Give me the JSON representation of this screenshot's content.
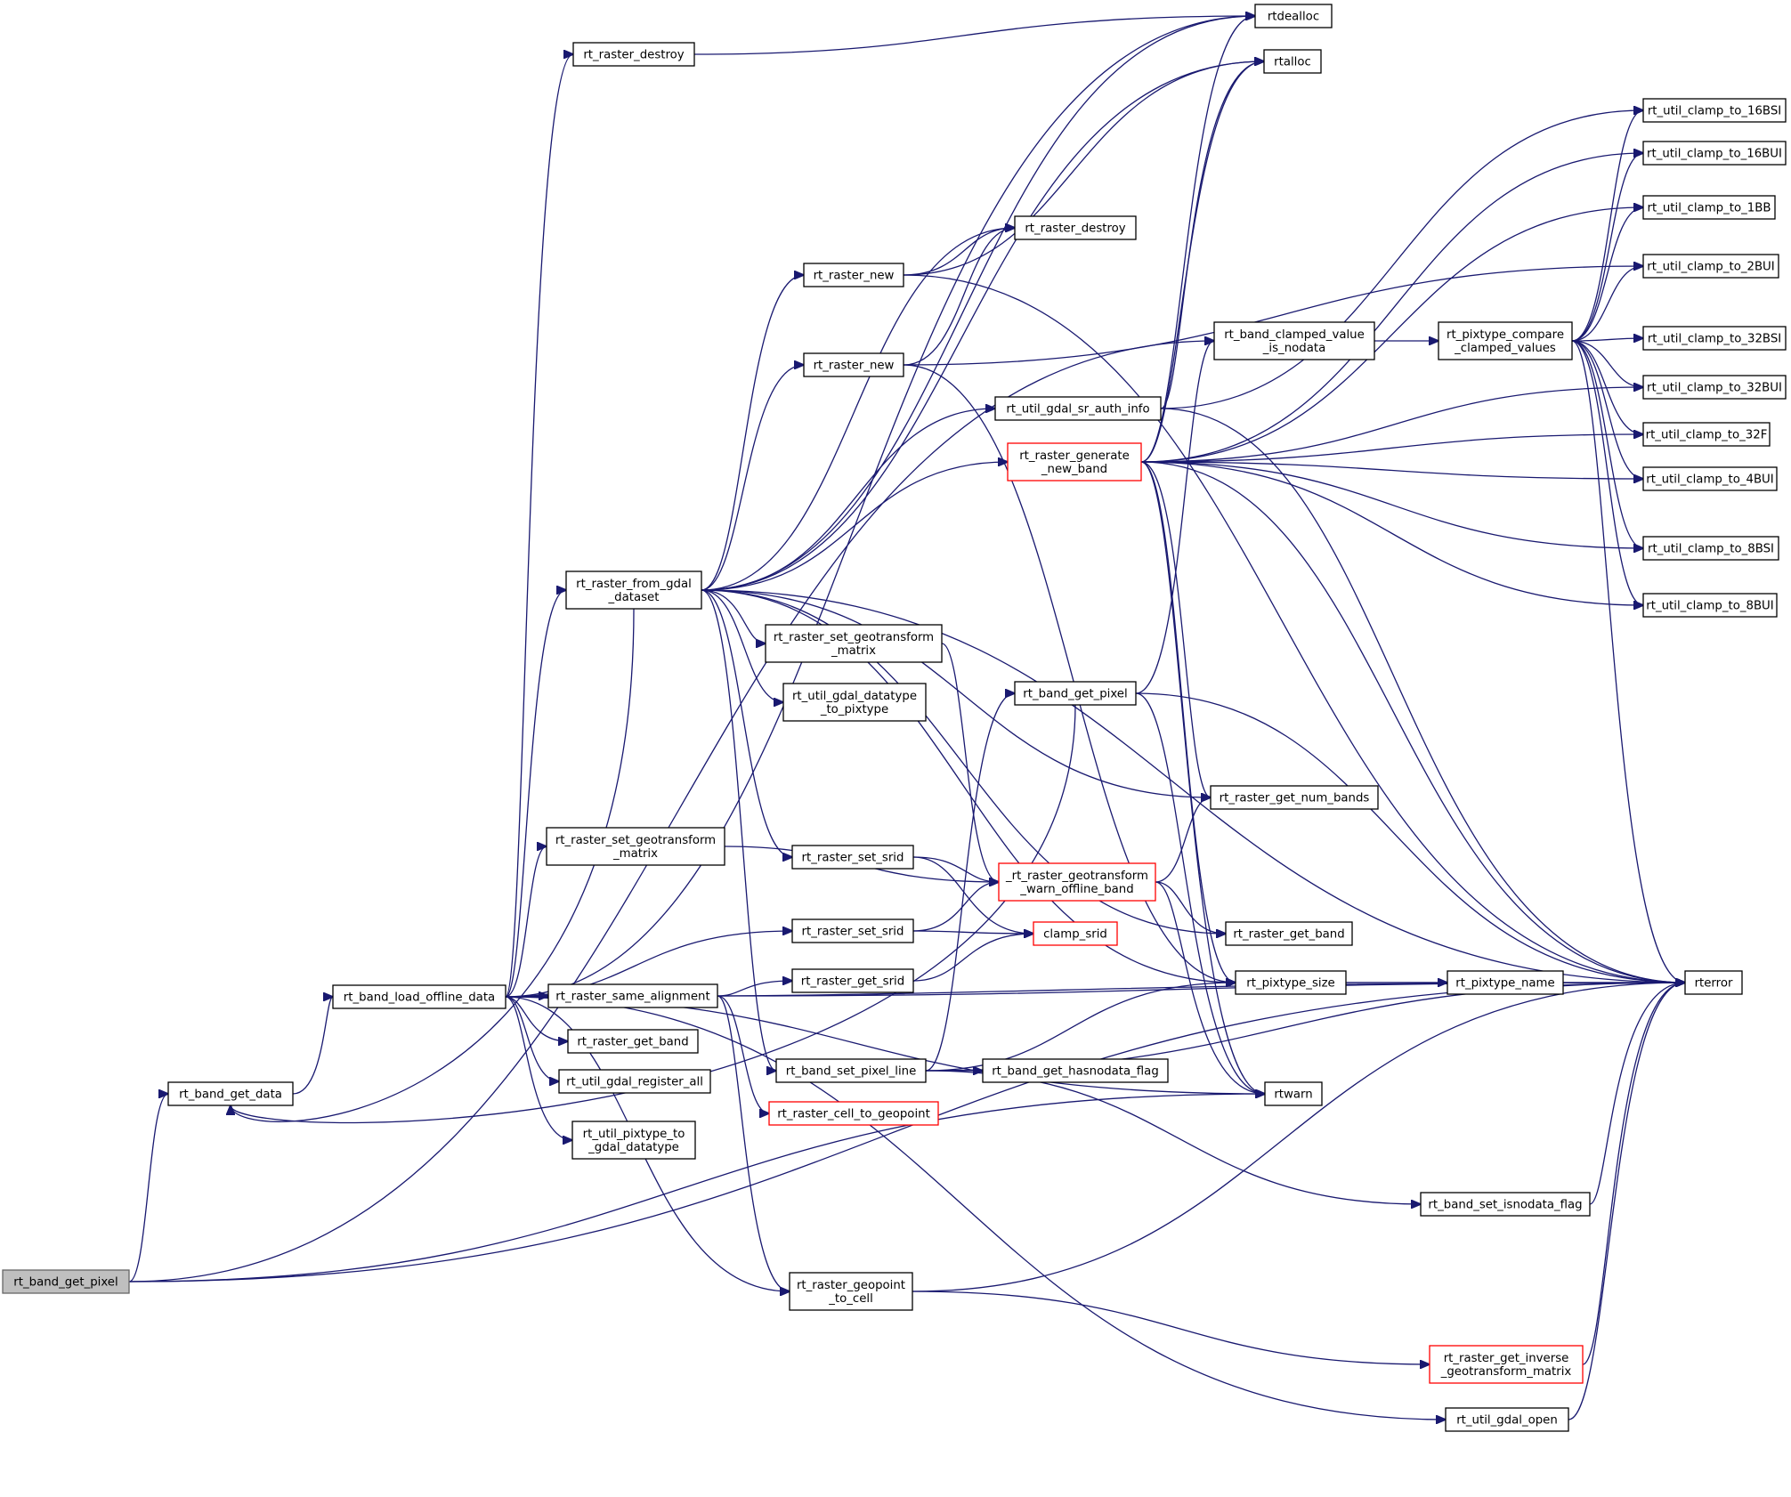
{
  "nodes": [
    {
      "id": "n0",
      "name": "node-rt-band-get-pixel-root",
      "lines": [
        "rt_band_get_pixel"
      ],
      "style": "root",
      "interactable": false
    },
    {
      "id": "n1",
      "name": "node-rt-band-get-data",
      "lines": [
        "rt_band_get_data"
      ],
      "style": "normal",
      "interactable": true
    },
    {
      "id": "n2",
      "name": "node-rt-band-load-offline-data",
      "lines": [
        "rt_band_load_offline_data"
      ],
      "style": "normal",
      "interactable": true
    },
    {
      "id": "n3",
      "name": "node-rt-raster-destroy-a",
      "lines": [
        "rt_raster_destroy"
      ],
      "style": "normal",
      "interactable": true
    },
    {
      "id": "n4",
      "name": "node-rtdealloc",
      "lines": [
        "rtdealloc"
      ],
      "style": "normal",
      "interactable": true
    },
    {
      "id": "n5",
      "name": "node-rtalloc",
      "lines": [
        "rtalloc"
      ],
      "style": "normal",
      "interactable": true
    },
    {
      "id": "n6",
      "name": "node-rt-raster-destroy-b",
      "lines": [
        "rt_raster_destroy"
      ],
      "style": "normal",
      "interactable": true
    },
    {
      "id": "n7",
      "name": "node-rt-raster-new-a",
      "lines": [
        "rt_raster_new"
      ],
      "style": "normal",
      "interactable": true
    },
    {
      "id": "n8",
      "name": "node-rt-raster-new-b",
      "lines": [
        "rt_raster_new"
      ],
      "style": "normal",
      "interactable": true
    },
    {
      "id": "n9",
      "name": "node-rt-util-gdal-sr-auth-info",
      "lines": [
        "rt_util_gdal_sr_auth_info"
      ],
      "style": "normal",
      "interactable": true
    },
    {
      "id": "n10",
      "name": "node-rt-raster-generate-new-band",
      "lines": [
        "rt_raster_generate",
        "_new_band"
      ],
      "style": "trunc",
      "interactable": true
    },
    {
      "id": "n11",
      "name": "node-rt-raster-from-gdal-dataset",
      "lines": [
        "rt_raster_from_gdal",
        "_dataset"
      ],
      "style": "normal",
      "interactable": true
    },
    {
      "id": "n12",
      "name": "node-rt-raster-set-geotransform-matrix-a",
      "lines": [
        "rt_raster_set_geotransform",
        "_matrix"
      ],
      "style": "normal",
      "interactable": true
    },
    {
      "id": "n13",
      "name": "node-rt-util-gdal-datatype-to-pixtype",
      "lines": [
        "rt_util_gdal_datatype",
        "_to_pixtype"
      ],
      "style": "normal",
      "interactable": true
    },
    {
      "id": "n14",
      "name": "node-rt-band-get-pixel",
      "lines": [
        "rt_band_get_pixel"
      ],
      "style": "normal",
      "interactable": true
    },
    {
      "id": "n15",
      "name": "node-rt-band-clamped-value-is-nodata",
      "lines": [
        "rt_band_clamped_value",
        "_is_nodata"
      ],
      "style": "normal",
      "interactable": true
    },
    {
      "id": "n16",
      "name": "node-rt-pixtype-compare-clamped-values",
      "lines": [
        "rt_pixtype_compare",
        "_clamped_values"
      ],
      "style": "normal",
      "interactable": true
    },
    {
      "id": "n17",
      "name": "node-rt-util-clamp-to-16bsi",
      "lines": [
        "rt_util_clamp_to_16BSI"
      ],
      "style": "normal",
      "interactable": true
    },
    {
      "id": "n18",
      "name": "node-rt-util-clamp-to-16bui",
      "lines": [
        "rt_util_clamp_to_16BUI"
      ],
      "style": "normal",
      "interactable": true
    },
    {
      "id": "n19",
      "name": "node-rt-util-clamp-to-1bb",
      "lines": [
        "rt_util_clamp_to_1BB"
      ],
      "style": "normal",
      "interactable": true
    },
    {
      "id": "n20",
      "name": "node-rt-util-clamp-to-2bui",
      "lines": [
        "rt_util_clamp_to_2BUI"
      ],
      "style": "normal",
      "interactable": true
    },
    {
      "id": "n21",
      "name": "node-rt-util-clamp-to-32bsi",
      "lines": [
        "rt_util_clamp_to_32BSI"
      ],
      "style": "normal",
      "interactable": true
    },
    {
      "id": "n22",
      "name": "node-rt-util-clamp-to-32bui",
      "lines": [
        "rt_util_clamp_to_32BUI"
      ],
      "style": "normal",
      "interactable": true
    },
    {
      "id": "n23",
      "name": "node-rt-util-clamp-to-32f",
      "lines": [
        "rt_util_clamp_to_32F"
      ],
      "style": "normal",
      "interactable": true
    },
    {
      "id": "n24",
      "name": "node-rt-util-clamp-to-4bui",
      "lines": [
        "rt_util_clamp_to_4BUI"
      ],
      "style": "normal",
      "interactable": true
    },
    {
      "id": "n25",
      "name": "node-rt-util-clamp-to-8bsi",
      "lines": [
        "rt_util_clamp_to_8BSI"
      ],
      "style": "normal",
      "interactable": true
    },
    {
      "id": "n26",
      "name": "node-rt-util-clamp-to-8bui",
      "lines": [
        "rt_util_clamp_to_8BUI"
      ],
      "style": "normal",
      "interactable": true
    },
    {
      "id": "n27",
      "name": "node-rt-raster-get-num-bands",
      "lines": [
        "rt_raster_get_num_bands"
      ],
      "style": "normal",
      "interactable": true
    },
    {
      "id": "n28",
      "name": "node-rt-raster-set-geotransform-matrix-b",
      "lines": [
        "rt_raster_set_geotransform",
        "_matrix"
      ],
      "style": "normal",
      "interactable": true
    },
    {
      "id": "n29",
      "name": "node-rt-raster-set-srid-a",
      "lines": [
        "rt_raster_set_srid"
      ],
      "style": "normal",
      "interactable": true
    },
    {
      "id": "n30",
      "name": "node-rt-raster-geotransform-warn-offline-band",
      "lines": [
        "_rt_raster_geotransform",
        "_warn_offline_band"
      ],
      "style": "trunc",
      "interactable": true
    },
    {
      "id": "n31",
      "name": "node-rt-raster-set-srid-b",
      "lines": [
        "rt_raster_set_srid"
      ],
      "style": "normal",
      "interactable": true
    },
    {
      "id": "n32",
      "name": "node-clamp-srid",
      "lines": [
        "clamp_srid"
      ],
      "style": "trunc",
      "interactable": true
    },
    {
      "id": "n33",
      "name": "node-rt-raster-get-band-a",
      "lines": [
        "rt_raster_get_band"
      ],
      "style": "normal",
      "interactable": true
    },
    {
      "id": "n34",
      "name": "node-rt-raster-get-srid",
      "lines": [
        "rt_raster_get_srid"
      ],
      "style": "normal",
      "interactable": true
    },
    {
      "id": "n35",
      "name": "node-rt-pixtype-size",
      "lines": [
        "rt_pixtype_size"
      ],
      "style": "normal",
      "interactable": true
    },
    {
      "id": "n36",
      "name": "node-rt-pixtype-name",
      "lines": [
        "rt_pixtype_name"
      ],
      "style": "normal",
      "interactable": true
    },
    {
      "id": "n37",
      "name": "node-rterror",
      "lines": [
        "rterror"
      ],
      "style": "normal",
      "interactable": true
    },
    {
      "id": "n38",
      "name": "node-rt-raster-same-alignment",
      "lines": [
        "rt_raster_same_alignment"
      ],
      "style": "normal",
      "interactable": true
    },
    {
      "id": "n39",
      "name": "node-rt-raster-get-band-b",
      "lines": [
        "rt_raster_get_band"
      ],
      "style": "normal",
      "interactable": true
    },
    {
      "id": "n40",
      "name": "node-rt-band-set-pixel-line",
      "lines": [
        "rt_band_set_pixel_line"
      ],
      "style": "normal",
      "interactable": true
    },
    {
      "id": "n41",
      "name": "node-rt-band-get-hasnodata-flag",
      "lines": [
        "rt_band_get_hasnodata_flag"
      ],
      "style": "normal",
      "interactable": true
    },
    {
      "id": "n42",
      "name": "node-rtwarn",
      "lines": [
        "rtwarn"
      ],
      "style": "normal",
      "interactable": true
    },
    {
      "id": "n43",
      "name": "node-rt-util-gdal-register-all",
      "lines": [
        "rt_util_gdal_register_all"
      ],
      "style": "normal",
      "interactable": true
    },
    {
      "id": "n44",
      "name": "node-rt-raster-cell-to-geopoint",
      "lines": [
        "rt_raster_cell_to_geopoint"
      ],
      "style": "trunc",
      "interactable": true
    },
    {
      "id": "n45",
      "name": "node-rt-util-pixtype-to-gdal-datatype",
      "lines": [
        "rt_util_pixtype_to",
        "_gdal_datatype"
      ],
      "style": "normal",
      "interactable": true
    },
    {
      "id": "n46",
      "name": "node-rt-band-set-isnodata-flag",
      "lines": [
        "rt_band_set_isnodata_flag"
      ],
      "style": "normal",
      "interactable": true
    },
    {
      "id": "n47",
      "name": "node-rt-raster-geopoint-to-cell",
      "lines": [
        "rt_raster_geopoint",
        "_to_cell"
      ],
      "style": "normal",
      "interactable": true
    },
    {
      "id": "n48",
      "name": "node-rt-raster-get-inverse-geotransform-matrix",
      "lines": [
        "rt_raster_get_inverse",
        "_geotransform_matrix"
      ],
      "style": "trunc",
      "interactable": true
    },
    {
      "id": "n49",
      "name": "node-rt-util-gdal-open",
      "lines": [
        "rt_util_gdal_open"
      ],
      "style": "normal",
      "interactable": true
    }
  ],
  "edges": [
    [
      "n0",
      "n1"
    ],
    [
      "n0",
      "n15"
    ],
    [
      "n0",
      "n42"
    ],
    [
      "n0",
      "n37"
    ],
    [
      "n1",
      "n2"
    ],
    [
      "n2",
      "n3"
    ],
    [
      "n2",
      "n4"
    ],
    [
      "n2",
      "n11"
    ],
    [
      "n2",
      "n28"
    ],
    [
      "n2",
      "n31"
    ],
    [
      "n2",
      "n38"
    ],
    [
      "n2",
      "n39"
    ],
    [
      "n2",
      "n43"
    ],
    [
      "n2",
      "n45"
    ],
    [
      "n2",
      "n47"
    ],
    [
      "n2",
      "n49"
    ],
    [
      "n2",
      "n42"
    ],
    [
      "n2",
      "n37"
    ],
    [
      "n3",
      "n4"
    ],
    [
      "n11",
      "n6"
    ],
    [
      "n11",
      "n4"
    ],
    [
      "n11",
      "n7"
    ],
    [
      "n11",
      "n8"
    ],
    [
      "n11",
      "n9"
    ],
    [
      "n11",
      "n10"
    ],
    [
      "n11",
      "n12"
    ],
    [
      "n11",
      "n13"
    ],
    [
      "n11",
      "n29"
    ],
    [
      "n11",
      "n40"
    ],
    [
      "n11",
      "n1"
    ],
    [
      "n11",
      "n27"
    ],
    [
      "n11",
      "n35"
    ],
    [
      "n11",
      "n33"
    ],
    [
      "n11",
      "n37"
    ],
    [
      "n11",
      "n5"
    ],
    [
      "n7",
      "n6"
    ],
    [
      "n7",
      "n5"
    ],
    [
      "n7",
      "n37"
    ],
    [
      "n8",
      "n6"
    ],
    [
      "n8",
      "n20"
    ],
    [
      "n8",
      "n35"
    ],
    [
      "n9",
      "n5"
    ],
    [
      "n9",
      "n17"
    ],
    [
      "n9",
      "n37"
    ],
    [
      "n10",
      "n4"
    ],
    [
      "n10",
      "n5"
    ],
    [
      "n10",
      "n18"
    ],
    [
      "n10",
      "n19"
    ],
    [
      "n10",
      "n22"
    ],
    [
      "n10",
      "n23"
    ],
    [
      "n10",
      "n24"
    ],
    [
      "n10",
      "n25"
    ],
    [
      "n10",
      "n26"
    ],
    [
      "n10",
      "n27"
    ],
    [
      "n10",
      "n35"
    ],
    [
      "n10",
      "n42"
    ],
    [
      "n10",
      "n37"
    ],
    [
      "n12",
      "n30"
    ],
    [
      "n14",
      "n15"
    ],
    [
      "n14",
      "n1"
    ],
    [
      "n14",
      "n42"
    ],
    [
      "n14",
      "n37"
    ],
    [
      "n15",
      "n16"
    ],
    [
      "n16",
      "n17"
    ],
    [
      "n16",
      "n18"
    ],
    [
      "n16",
      "n19"
    ],
    [
      "n16",
      "n20"
    ],
    [
      "n16",
      "n21"
    ],
    [
      "n16",
      "n22"
    ],
    [
      "n16",
      "n23"
    ],
    [
      "n16",
      "n24"
    ],
    [
      "n16",
      "n25"
    ],
    [
      "n16",
      "n26"
    ],
    [
      "n16",
      "n37"
    ],
    [
      "n28",
      "n30"
    ],
    [
      "n29",
      "n30"
    ],
    [
      "n29",
      "n32"
    ],
    [
      "n31",
      "n30"
    ],
    [
      "n31",
      "n32"
    ],
    [
      "n30",
      "n27"
    ],
    [
      "n30",
      "n33"
    ],
    [
      "n30",
      "n42"
    ],
    [
      "n34",
      "n32"
    ],
    [
      "n35",
      "n36"
    ],
    [
      "n35",
      "n37"
    ],
    [
      "n36",
      "n37"
    ],
    [
      "n38",
      "n34"
    ],
    [
      "n38",
      "n44"
    ],
    [
      "n38",
      "n47"
    ],
    [
      "n38",
      "n37"
    ],
    [
      "n40",
      "n14"
    ],
    [
      "n40",
      "n41"
    ],
    [
      "n40",
      "n35"
    ],
    [
      "n40",
      "n46"
    ],
    [
      "n40",
      "n37"
    ],
    [
      "n46",
      "n37"
    ],
    [
      "n47",
      "n48"
    ],
    [
      "n47",
      "n37"
    ],
    [
      "n48",
      "n37"
    ],
    [
      "n49",
      "n37"
    ]
  ]
}
